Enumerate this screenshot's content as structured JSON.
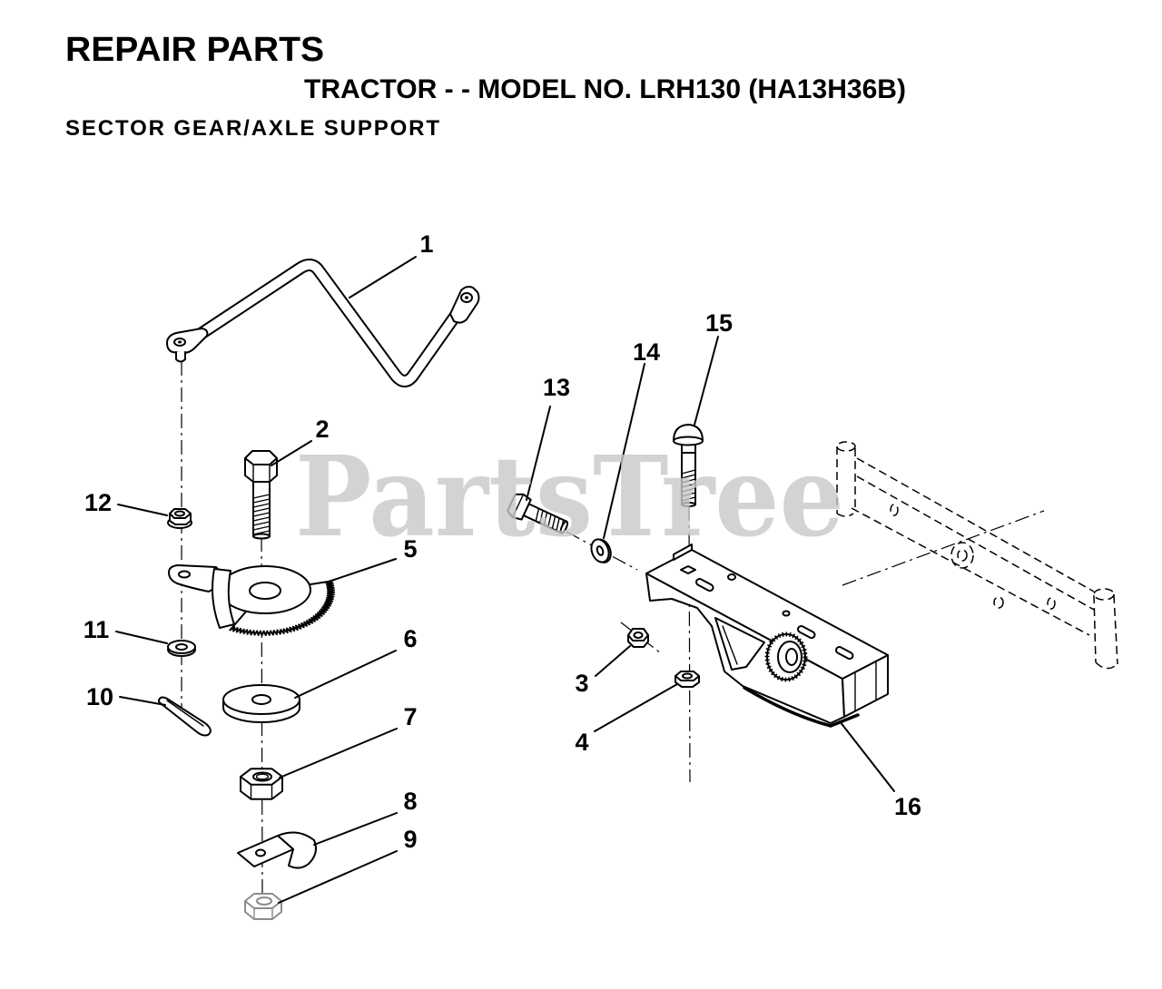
{
  "header": {
    "title": "REPAIR PARTS",
    "model_line": "TRACTOR - - MODEL NO. LRH130 (HA13H36B)",
    "section_title": "SECTOR GEAR/AXLE SUPPORT"
  },
  "callouts": [
    "1",
    "2",
    "3",
    "4",
    "5",
    "6",
    "7",
    "8",
    "9",
    "10",
    "11",
    "12",
    "13",
    "14",
    "15",
    "16"
  ],
  "watermark": "PartsTree",
  "colors": {
    "background": "#ffffff",
    "ink": "#000000",
    "watermark": "#c8c8c8",
    "faded_part": "#8c8c8c"
  }
}
